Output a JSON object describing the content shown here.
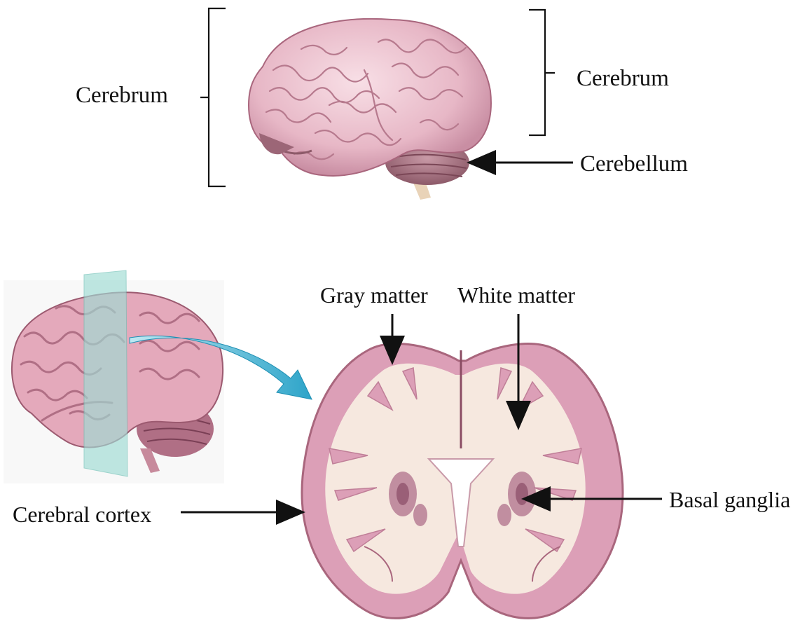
{
  "labels": {
    "cerebrum_left": "Cerebrum",
    "cerebrum_right": "Cerebrum",
    "cerebellum": "Cerebellum",
    "gray_matter": "Gray matter",
    "white_matter": "White matter",
    "cerebral_cortex": "Cerebral cortex",
    "basal_ganglia": "Basal ganglia"
  },
  "colors": {
    "brain_pink": "#e8b8c6",
    "brain_dark": "#a9667d",
    "white_matter": "#f6e8df",
    "gray_matter": "#dc9fb7",
    "section_plane": "#9fdcd4",
    "arrow_blue": "#3aaed0"
  }
}
